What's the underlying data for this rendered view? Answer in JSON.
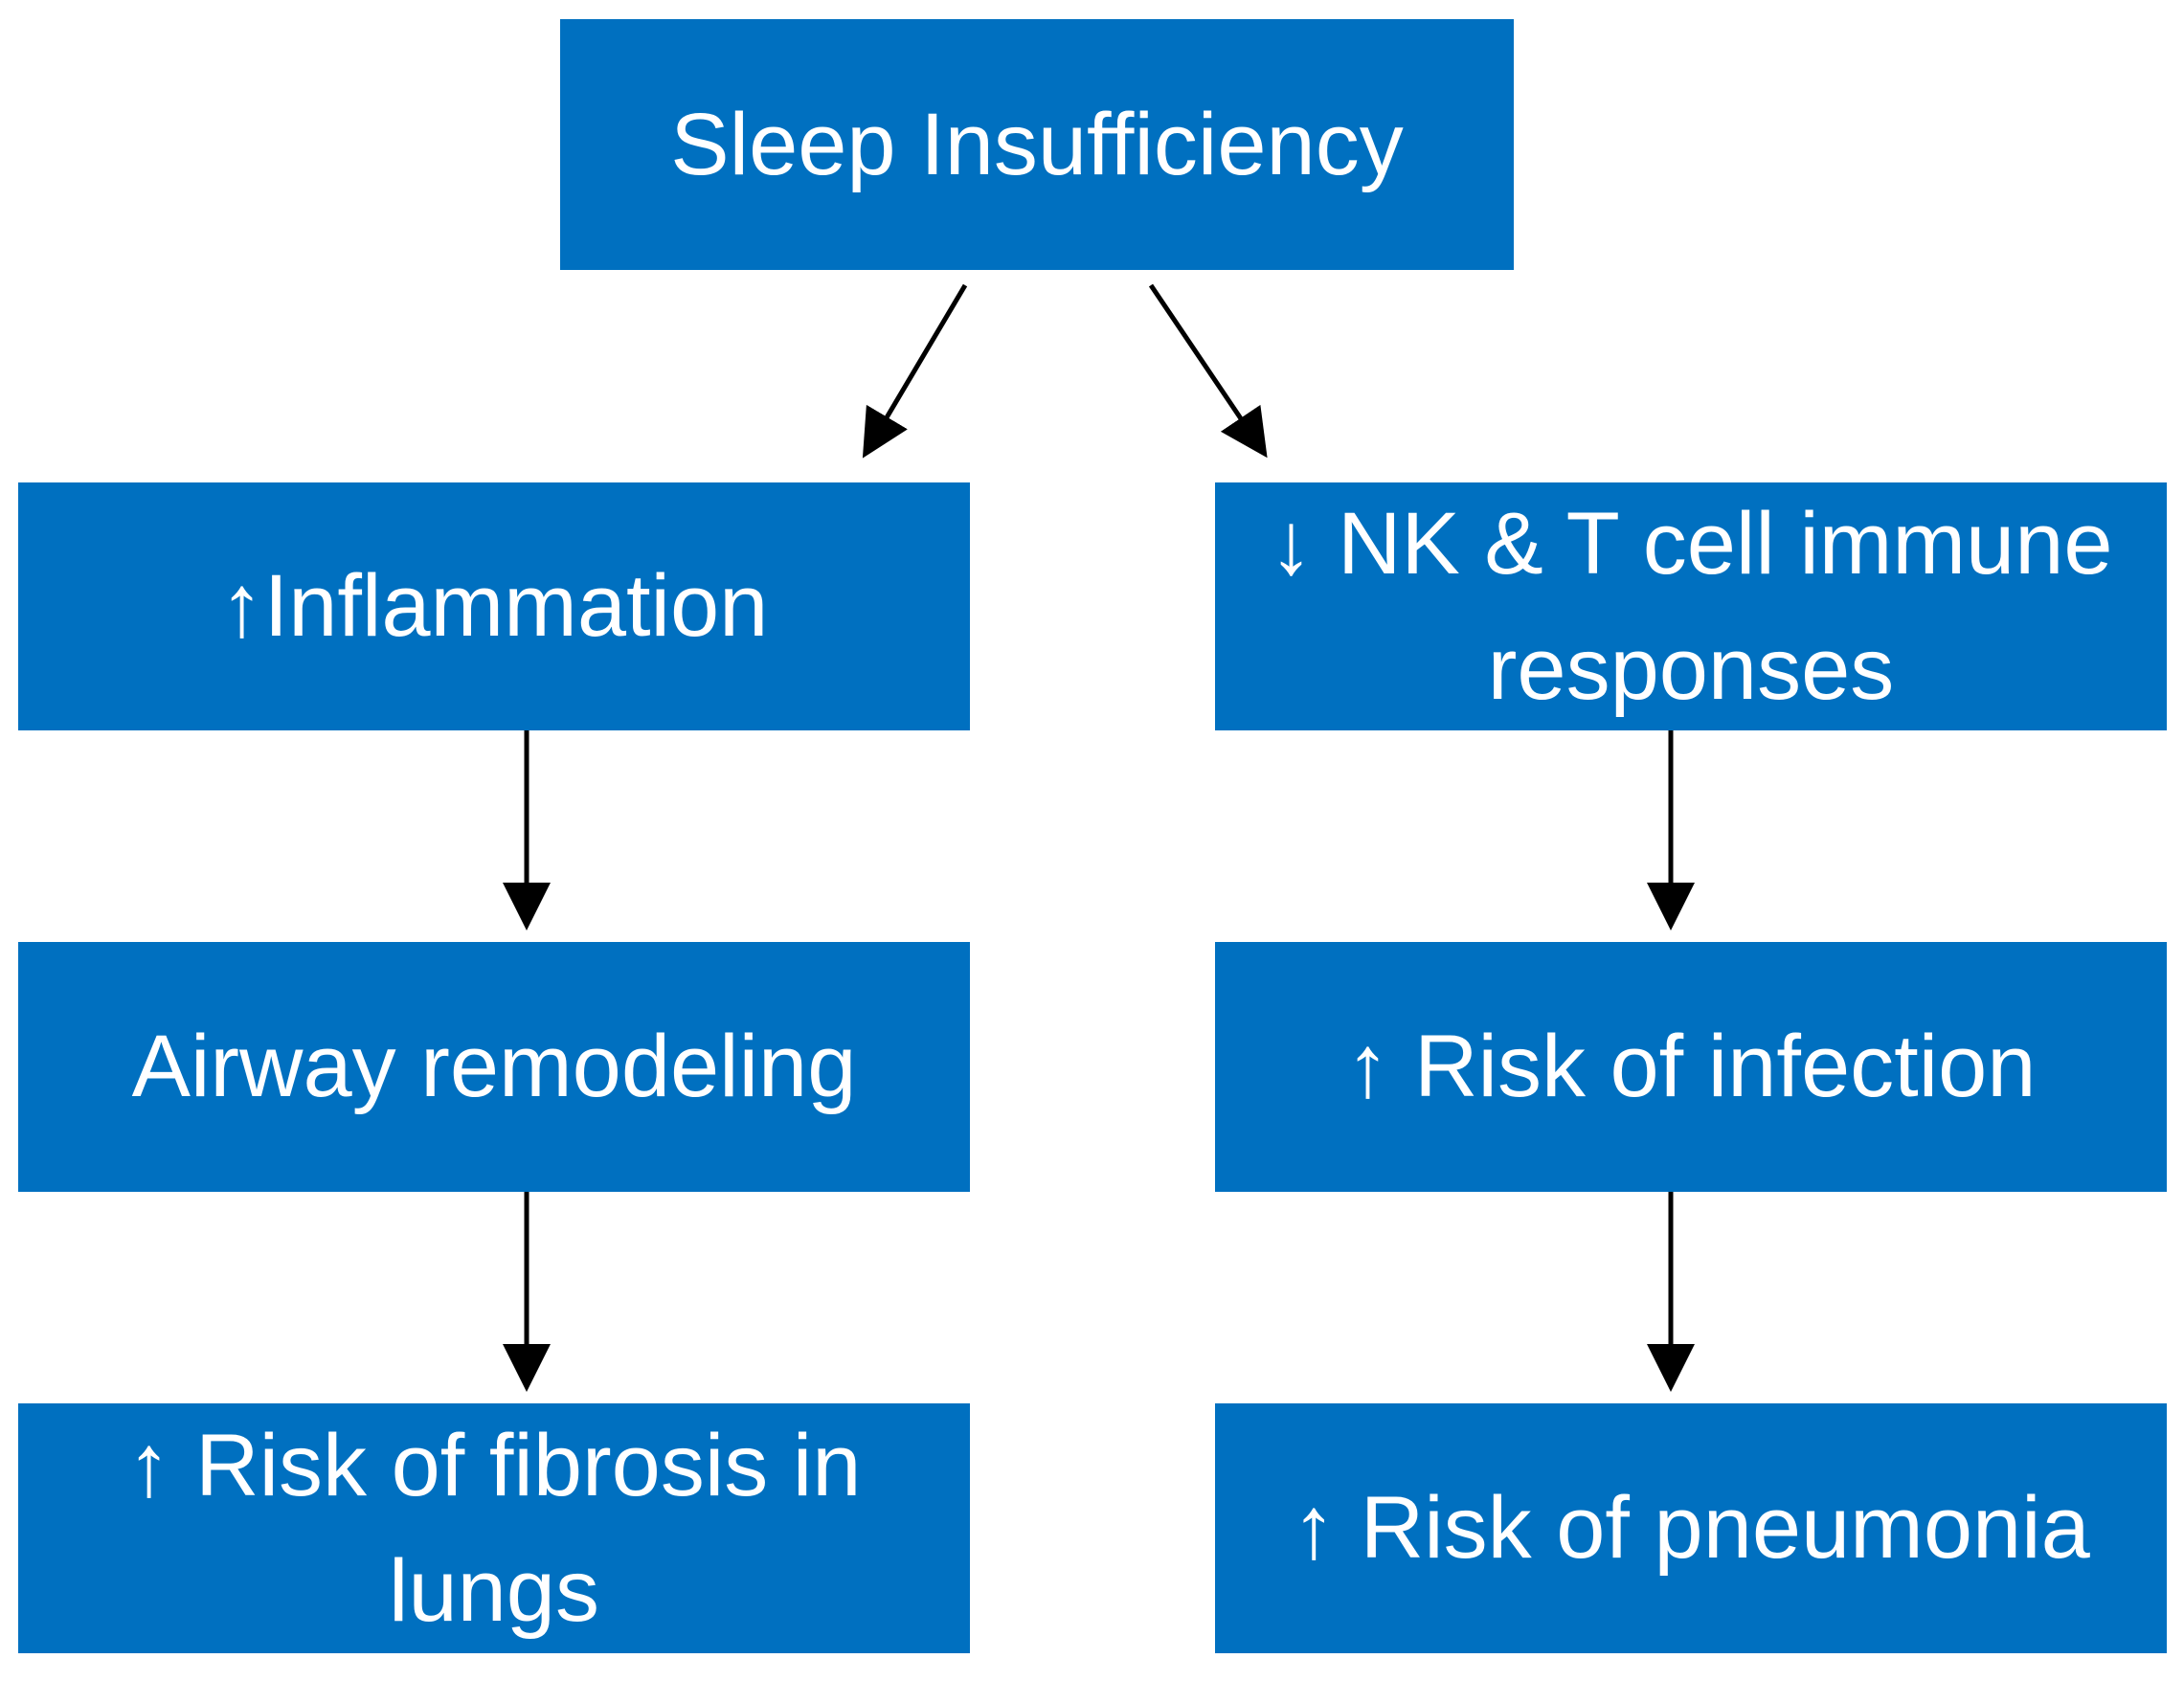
{
  "title": "Sleep Insufficiency",
  "left_branch": {
    "step1": "↑Inflammation",
    "step2": "Airway remodeling",
    "step3": "↑ Risk of fibrosis in lungs"
  },
  "right_branch": {
    "step1": "↓ NK & T cell immune responses",
    "step2": "↑ Risk of infection",
    "step3": "↑ Risk of pneumonia"
  },
  "colors": {
    "box_fill": "#0070c0",
    "box_text": "#ffffff",
    "arrow": "#000000",
    "background": "#ffffff"
  }
}
